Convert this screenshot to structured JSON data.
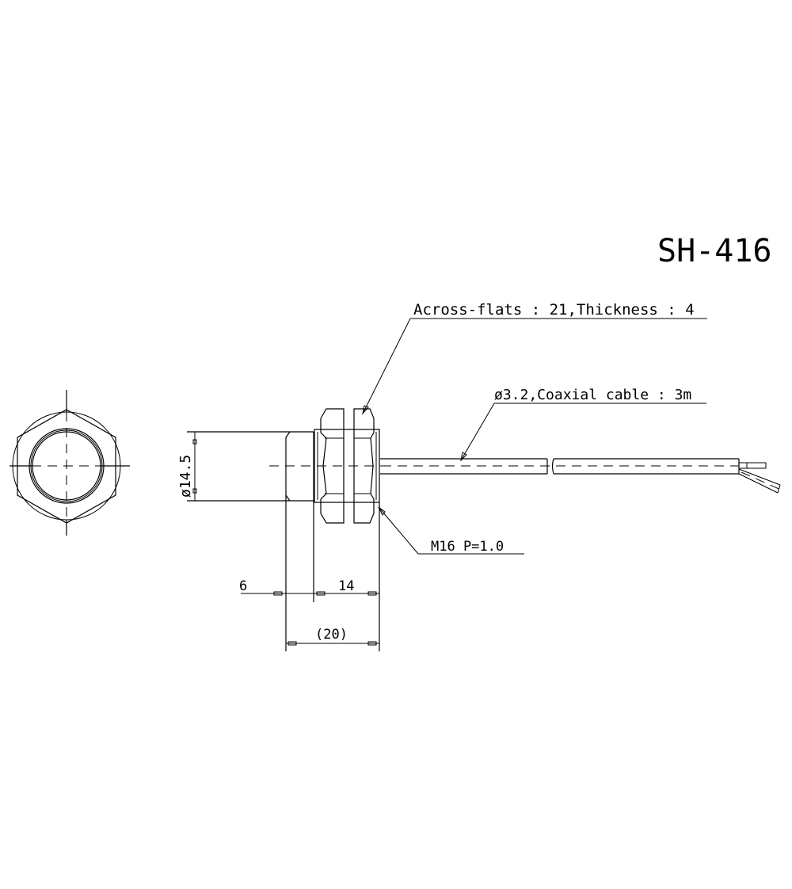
{
  "drawing": {
    "model": "SH-416",
    "callouts": {
      "nut": "Across-flats : 21,Thickness : 4",
      "cable": "ø3.2,Coaxial cable : 3m",
      "thread": "M16  P=1.0"
    },
    "dimensions": {
      "diameter": "ø14.5",
      "front_length": "6",
      "thread_length": "14",
      "total_length": "(20)"
    },
    "views": [
      "front-view-hex",
      "side-view-sensor"
    ],
    "colors": {
      "background": "#ffffff",
      "line": "#000000"
    }
  }
}
